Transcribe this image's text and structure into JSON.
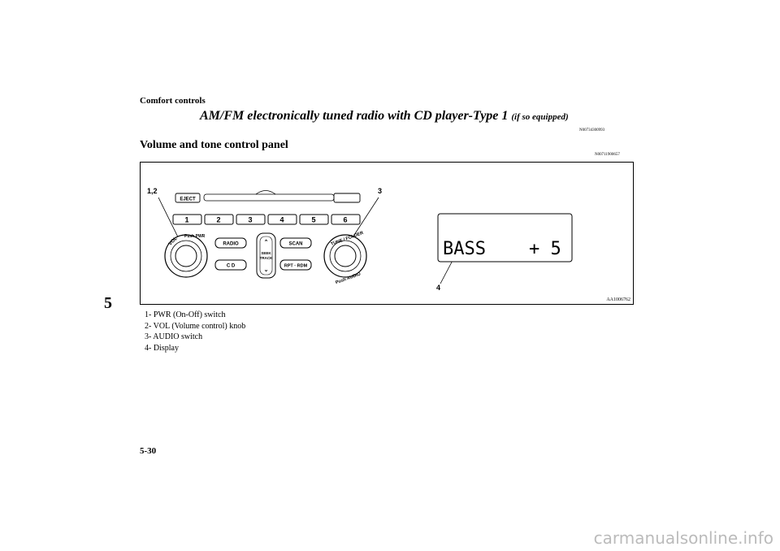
{
  "header": {
    "section": "Comfort controls"
  },
  "title": {
    "main": "AM/FM electronically tuned radio with CD player-Type 1",
    "suffix": "(if so equipped)",
    "code": "N00734300993"
  },
  "subheading": {
    "text": "Volume and tone control panel",
    "code": "N00711900657"
  },
  "chapter_tab": "5",
  "figure": {
    "code": "AA1006762",
    "callouts": [
      "1,2",
      "3",
      "4"
    ],
    "buttons": {
      "eject": "EJECT",
      "presets": [
        "1",
        "2",
        "3",
        "4",
        "5",
        "6"
      ],
      "radio": "RADIO",
      "cd": "C D",
      "seek_track": [
        "SEEK",
        "TRACK"
      ],
      "scan": "SCAN",
      "rpt_rdm": "RPT · RDM"
    },
    "knob_labels": {
      "left_top": "VOL",
      "left_push": "Push PWR",
      "right_top": "TUNE / FOLDER",
      "right_push": "Push AUDIO"
    },
    "display_text": "BASS    + 5"
  },
  "legend": [
    "1- PWR (On-Off) switch",
    "2- VOL (Volume control) knob",
    "3- AUDIO switch",
    "4- Display"
  ],
  "page_number": "5-30",
  "watermark": "carmanualsonline.info"
}
